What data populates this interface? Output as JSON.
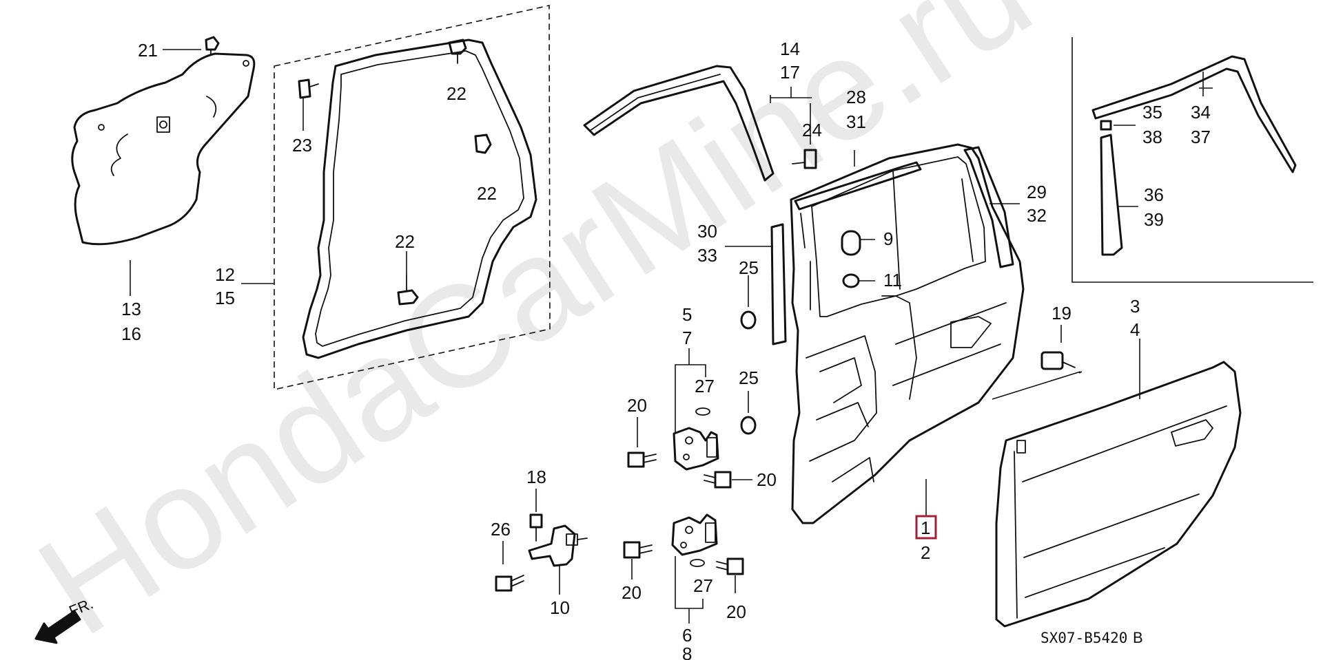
{
  "diagram": {
    "watermark": "HondaCarMine.ru",
    "code": "SX07-B5420",
    "code_suffix": "B",
    "front_marker": "FR.",
    "highlight_color": "#a0203a",
    "labels": {
      "l21": "21",
      "l22a": "22",
      "l22b": "22",
      "l22c": "22",
      "l23": "23",
      "l12": "12",
      "l15": "15",
      "l13": "13",
      "l16": "16",
      "l14": "14",
      "l17": "17",
      "l24": "24",
      "l28": "28",
      "l31": "31",
      "l9": "9",
      "l11": "11",
      "l29": "29",
      "l32": "32",
      "l30": "30",
      "l33": "33",
      "l25a": "25",
      "l25b": "25",
      "l5": "5",
      "l7": "7",
      "l27a": "27",
      "l27b": "27",
      "l20a": "20",
      "l20b": "20",
      "l20c": "20",
      "l20d": "20",
      "l18": "18",
      "l26": "26",
      "l10": "10",
      "l6": "6",
      "l8": "8",
      "l1": "1",
      "l2": "2",
      "l19": "19",
      "l3": "3",
      "l4": "4",
      "l35": "35",
      "l38": "38",
      "l34": "34",
      "l37": "37",
      "l36": "36",
      "l39": "39"
    }
  }
}
